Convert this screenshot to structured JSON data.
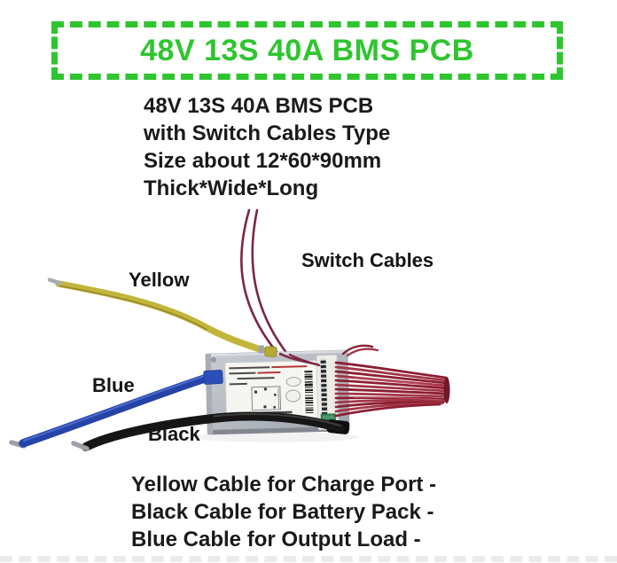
{
  "banner": {
    "title": "48V 13S 40A BMS PCB"
  },
  "description": {
    "lines": [
      "48V 13S 40A BMS PCB",
      "with Switch Cables Type",
      "Size about 12*60*90mm",
      "Thick*Wide*Long"
    ]
  },
  "annotations": {
    "yellow_cable_label": "Yellow",
    "switch_cables_label": "Switch Cables",
    "blue_cable_label": "Blue",
    "black_cable_label": "Black"
  },
  "footer": {
    "lines": [
      "Yellow Cable for Charge Port -",
      "Black Cable for Battery Pack -",
      "Blue Cable for Output Load -"
    ]
  },
  "colors": {
    "accent_green": "#2fc52f",
    "yellow_cable": "#c2b53b",
    "blue_cable": "#2644a6",
    "black_cable": "#161616",
    "switch_wire": "#7c2742",
    "harness_red": "#8c1f33",
    "harness_red_light": "#a23646",
    "pcb_plate": "#b6bac2",
    "pcb_label": "#f6f5f1",
    "balance_connector_green": "#347a52"
  }
}
